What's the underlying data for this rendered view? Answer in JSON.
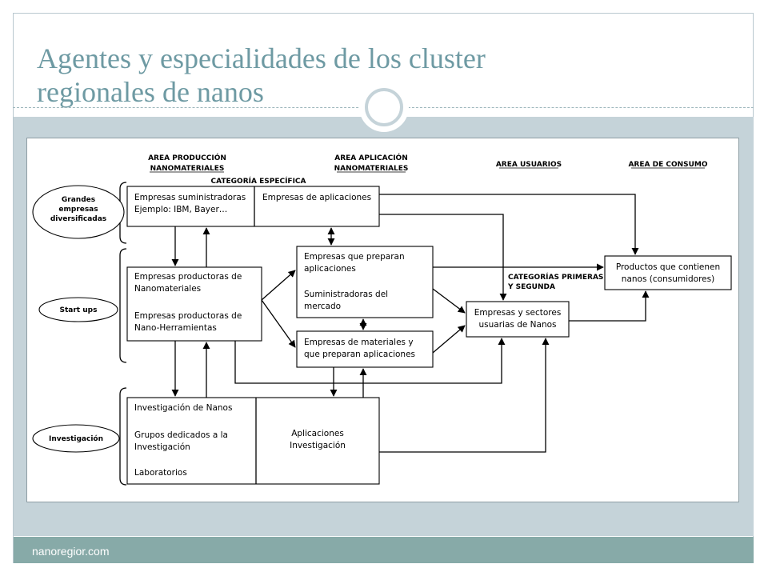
{
  "slide": {
    "title": "Agentes y especialidades de los cluster regionales de nanos",
    "footer": "nanoregior.com"
  },
  "colors": {
    "title": "#6e9aa3",
    "band": "#c5d3d9",
    "footer_bar": "#87aaa8",
    "frame_border": "#b9c8cf"
  },
  "diagram": {
    "headers": {
      "produccion_1": "AREA PRODUCCIÓN",
      "produccion_2": "NANOMATERIALES",
      "aplicacion_1": "AREA APLICACIÓN",
      "aplicacion_2": "NANOMATERIALES",
      "usuarios": "AREA USUARIOS",
      "consumo": "AREA DE CONSUMO",
      "categoria_especifica": "CATEGORÍA ESPECÍFICA",
      "categorias_primeras_1": "CATEGORÍAS PRIMERAS",
      "categorias_primeras_2": "Y SEGUNDA"
    },
    "rows": {
      "grandes_1": "Grandes",
      "grandes_2": "empresas",
      "grandes_3": "diversificadas",
      "startups": "Start ups",
      "investigacion": "Investigación"
    },
    "boxes": {
      "suministradoras_1": "Empresas suministradoras",
      "suministradoras_2": "Ejemplo: IBM, Bayer…",
      "aplicaciones": "Empresas de aplicaciones",
      "productoras_1": "Empresas productoras de",
      "productoras_2": "Nanomateriales",
      "productoras_3": "Empresas productoras de",
      "productoras_4": "Nano-Herramientas",
      "preparan_1": "Empresas que preparan",
      "preparan_2": "aplicaciones",
      "preparan_3": "Suministradoras del",
      "preparan_4": "mercado",
      "materiales_1": "Empresas de materiales y",
      "materiales_2": "que preparan aplicaciones",
      "sectores_1": "Empresas y sectores",
      "sectores_2": "usuarias de Nanos",
      "productos_1": "Productos que contienen",
      "productos_2": "nanos (consumidores)",
      "investigacion_1": "Investigación de Nanos",
      "investigacion_2": "Grupos dedicados a la",
      "investigacion_3": "Investigación",
      "investigacion_4": "Laboratorios",
      "aplic_inv_1": "Aplicaciones",
      "aplic_inv_2": "Investigación"
    }
  }
}
